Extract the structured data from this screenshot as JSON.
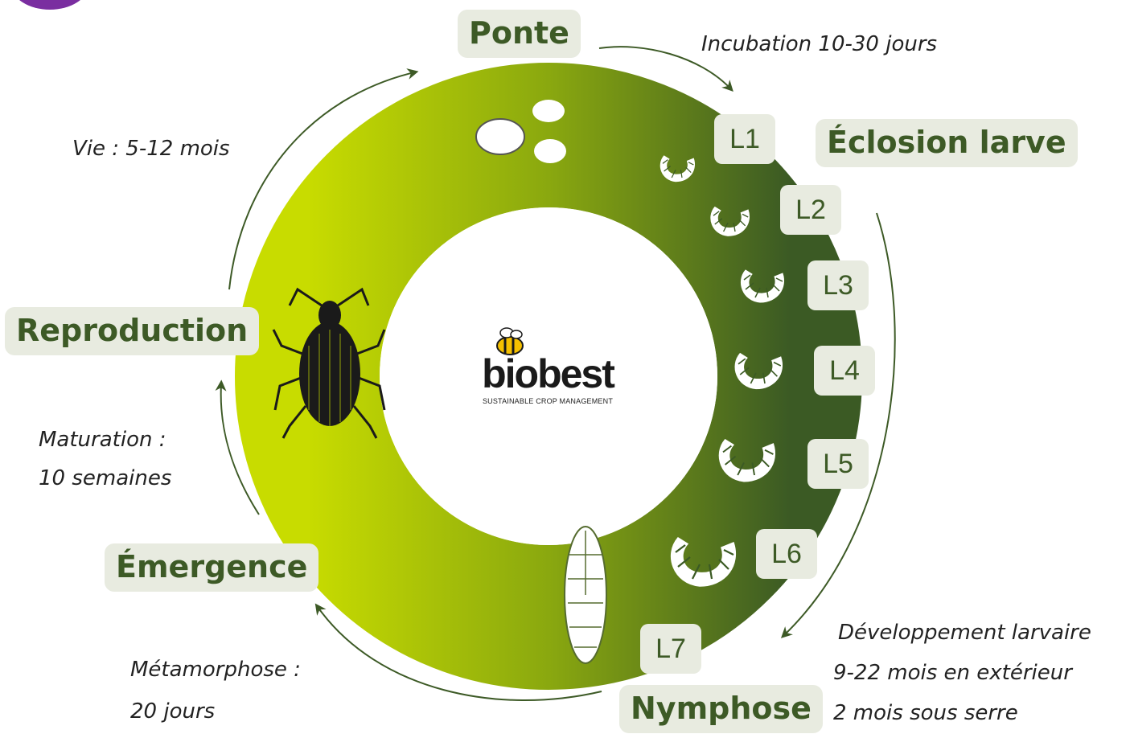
{
  "colors": {
    "ring_light": "#c8dc00",
    "ring_dark": "#3b5a24",
    "label_bg": "#e8ebe0",
    "label_text": "#3d5a26",
    "arrow": "#3d5a26",
    "accent_purple": "#7a2ea0"
  },
  "logo": {
    "name": "biobest",
    "tagline": "SUSTAINABLE CROP MANAGEMENT"
  },
  "stages": {
    "ponte": "Ponte",
    "eclosion": "Éclosion larve",
    "nymphose": "Nymphose",
    "emergence": "Émergence",
    "reproduction": "Reproduction"
  },
  "instars": [
    "L1",
    "L2",
    "L3",
    "L4",
    "L5",
    "L6",
    "L7"
  ],
  "notes": {
    "incubation": "Incubation 10-30 jours",
    "vie": "Vie : 5-12 mois",
    "maturation": [
      "Maturation :",
      "10 semaines"
    ],
    "metamorphose": [
      "Métamorphose :",
      "20 jours"
    ],
    "developpement": [
      "Développement larvaire",
      "9-22 mois en extérieur",
      "2 mois sous serre"
    ]
  },
  "icons": [
    "egg-icon",
    "larva-icon",
    "pupa-icon",
    "weevil-icon",
    "bee-icon"
  ]
}
